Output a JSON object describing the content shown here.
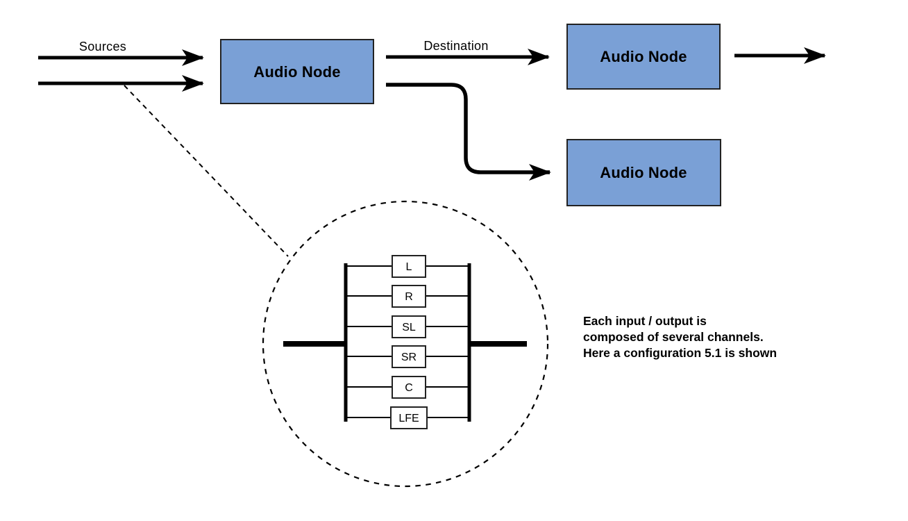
{
  "diagram": {
    "sources_label": "Sources",
    "destination_label": "Destination",
    "nodes": [
      {
        "label": "Audio Node"
      },
      {
        "label": "Audio Node"
      },
      {
        "label": "Audio Node"
      }
    ],
    "channels": [
      {
        "label": "L"
      },
      {
        "label": "R"
      },
      {
        "label": "SL"
      },
      {
        "label": "SR"
      },
      {
        "label": "C"
      },
      {
        "label": "LFE"
      }
    ],
    "note": {
      "lines": [
        "Each input / output is",
        "composed of several channels.",
        "Here a configuration 5.1 is shown"
      ]
    },
    "colors": {
      "node_fill": "#7aa0d6",
      "node_border": "#222222",
      "stroke": "#000000",
      "background": "#ffffff"
    }
  }
}
